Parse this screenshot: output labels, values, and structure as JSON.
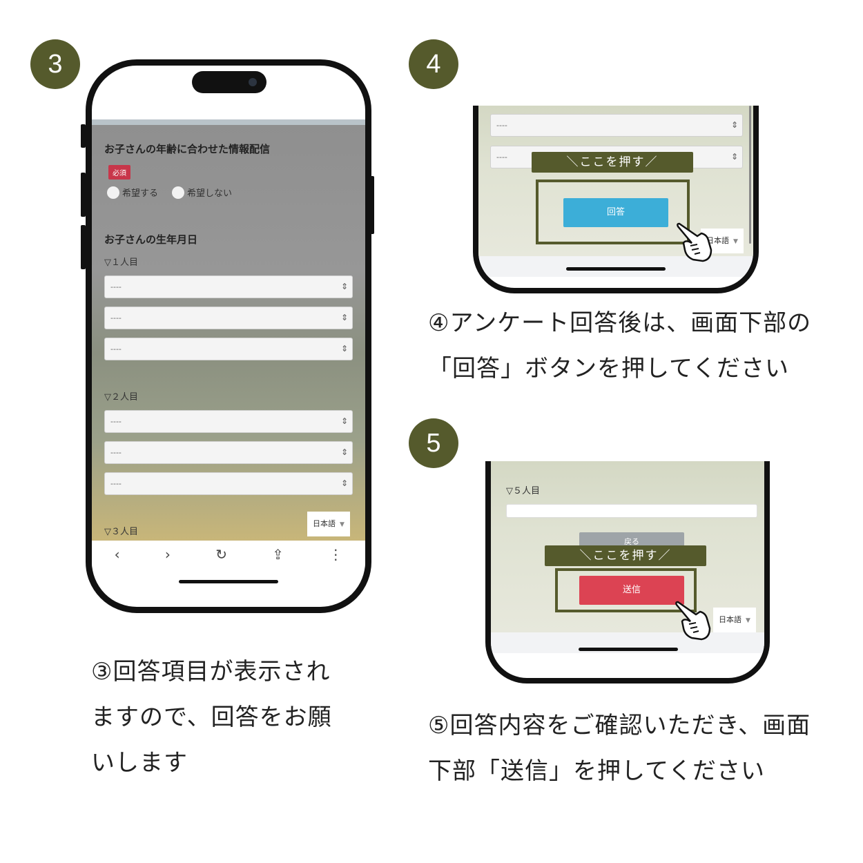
{
  "steps": {
    "step3": {
      "number": "3",
      "caption_lines": [
        "③回答項目が表示され",
        "ますので、回答をお願",
        "いします"
      ],
      "screen": {
        "question1_title": "お子さんの年齢に合わせた情報配信",
        "required_badge": "必須",
        "radio_options": [
          "希望する",
          "希望しない"
        ],
        "question2_title": "お子さんの生年月日",
        "person1_label": "▽１人目",
        "person2_label": "▽２人目",
        "person3_label": "▽３人目",
        "select_value": "----",
        "language": "日本語"
      }
    },
    "step4": {
      "number": "4",
      "caption_lines": [
        "④アンケート回答後は、画面下部の",
        "「回答」ボタンを押してください"
      ],
      "screen": {
        "select_value": "----",
        "cta_label": "＼ここを押す／",
        "answer_button": "回答",
        "language": "日本語"
      }
    },
    "step5": {
      "number": "5",
      "caption_lines": [
        "⑤回答内容をご確認いただき、画面",
        "下部「送信」を押してください"
      ],
      "screen": {
        "person5_label": "▽５人目",
        "back_button": "戻る",
        "cta_label": "＼ここを押す／",
        "submit_button": "送信",
        "language": "日本語"
      }
    }
  },
  "colors": {
    "accent_olive": "#555a2c",
    "answer_blue": "#3caed8",
    "submit_red": "#dc4353",
    "required_red": "#c8364a"
  },
  "icons": [
    "back-arrow-icon",
    "forward-arrow-icon",
    "reload-icon",
    "share-icon",
    "more-menu-icon",
    "pointing-hand-icon",
    "select-arrows-icon"
  ]
}
